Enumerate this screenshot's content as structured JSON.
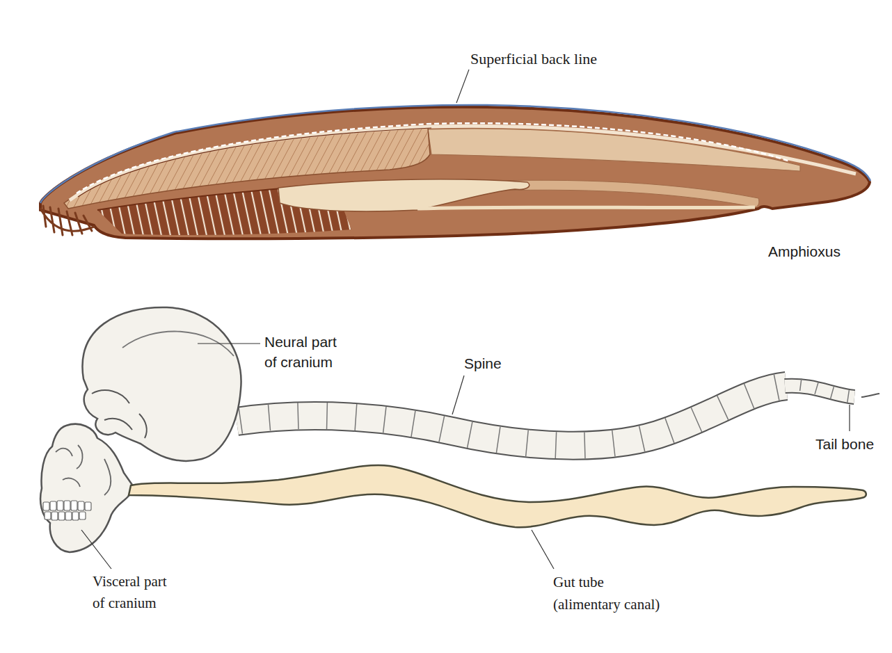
{
  "diagram": {
    "labels": [
      "Superficial back line",
      "Amphioxus",
      "Neural part of cranium",
      "Spine",
      "Tail bone",
      "Visceral part of cranium",
      "Gut tube (alimentary canal)"
    ]
  }
}
